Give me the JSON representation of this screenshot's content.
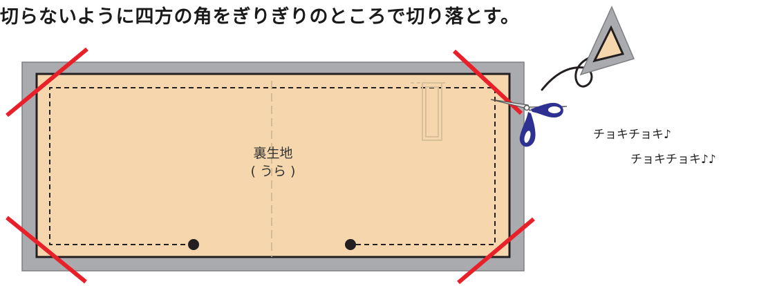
{
  "heading": "切らないように四方の角をぎりぎりのところで切り落とす。",
  "fabric": {
    "label_line1": "裏生地",
    "label_line2": "( うら )"
  },
  "sound_effect": {
    "line1": "チョキチョキ♪",
    "line2": "チョキチョキ♪♪"
  },
  "colors": {
    "frame": "#a9abae",
    "fabric": "#f6d7ad",
    "cut_line": "#e8202a",
    "stitch": "#231f20",
    "scissors_handle": "#2e3192"
  },
  "icons": [
    "scissors-icon",
    "cut-corner-piece-icon",
    "music-note-icon"
  ]
}
